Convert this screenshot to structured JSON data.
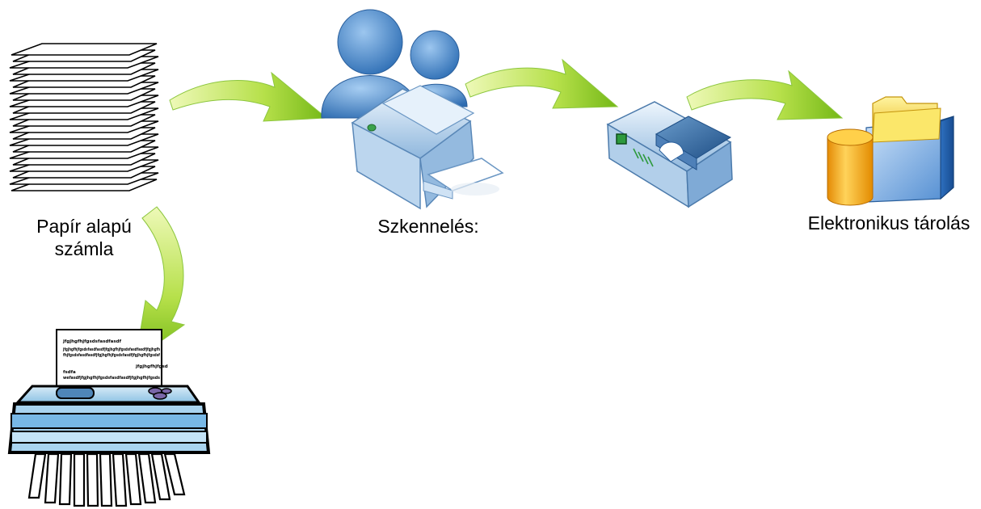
{
  "labels": {
    "paper_line1": "Papír alapú",
    "paper_line2": "számla",
    "scanning": "Szkennelés:",
    "storage": "Elektronikus tárolás"
  },
  "shredder_paper_text": [
    "jfgjhgfhjfgsdsfasdfasdf",
    "jfgjhgfhjfgsdsfasdfasdfjfgjhgfhjfgsdsfasdfasdfjfgjhgfh",
    "fhjfgsdsfasdfasdfjfgjhgfhjfgsdsfasdfjfgjhgfhjfgsdsf",
    "jfgjhgfhjfgsd",
    "fsdfa",
    "wefasdfjfgjhgfhjfgsdsfasdfasdfjfgjhgfhjfgsds"
  ],
  "icons": [
    "paper-stack-icon",
    "shredder-icon",
    "users-icon",
    "copier-icon",
    "scanner-icon",
    "database-icon",
    "folder-icon"
  ],
  "colors": {
    "arrow_light": "#e4f59a",
    "arrow_dark": "#7fc31c",
    "user_blue": "#3f82c8",
    "device_blue": "#b9d5ee",
    "folder_yellow": "#f6dd4c",
    "cylinder_orange": "#f4a614"
  }
}
